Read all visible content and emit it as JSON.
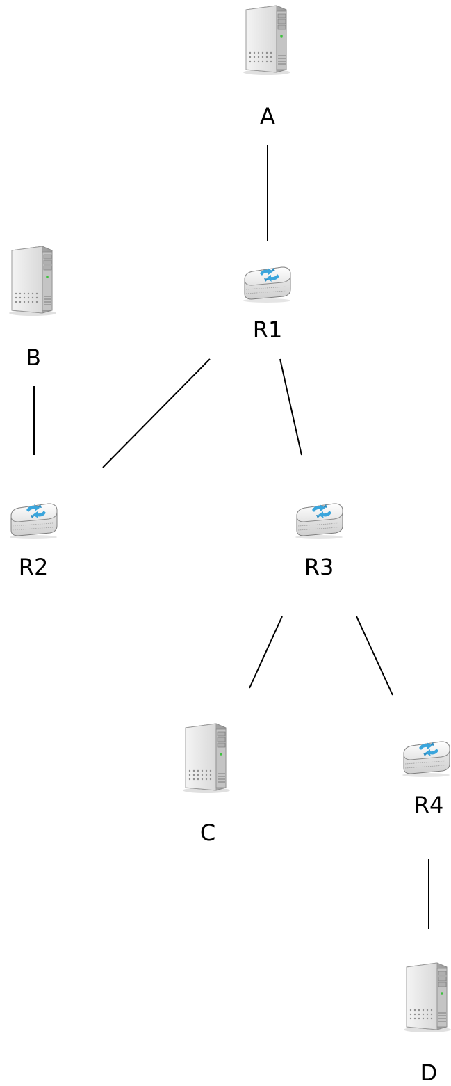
{
  "nodes": {
    "A": {
      "label": "A",
      "kind": "server-icon"
    },
    "B": {
      "label": "B",
      "kind": "server-icon"
    },
    "C": {
      "label": "C",
      "kind": "server-icon"
    },
    "D": {
      "label": "D",
      "kind": "server-icon"
    },
    "R1": {
      "label": "R1",
      "kind": "router-icon"
    },
    "R2": {
      "label": "R2",
      "kind": "router-icon"
    },
    "R3": {
      "label": "R3",
      "kind": "router-icon"
    },
    "R4": {
      "label": "R4",
      "kind": "router-icon"
    }
  },
  "links": [
    {
      "from": "A",
      "to": "R1"
    },
    {
      "from": "B",
      "to": "R2"
    },
    {
      "from": "R1",
      "to": "R2"
    },
    {
      "from": "R1",
      "to": "R3"
    },
    {
      "from": "R3",
      "to": "C"
    },
    {
      "from": "R3",
      "to": "R4"
    },
    {
      "from": "R4",
      "to": "D"
    }
  ],
  "colors": {
    "router_accent": "#3aa5dc",
    "link": "#000000"
  }
}
